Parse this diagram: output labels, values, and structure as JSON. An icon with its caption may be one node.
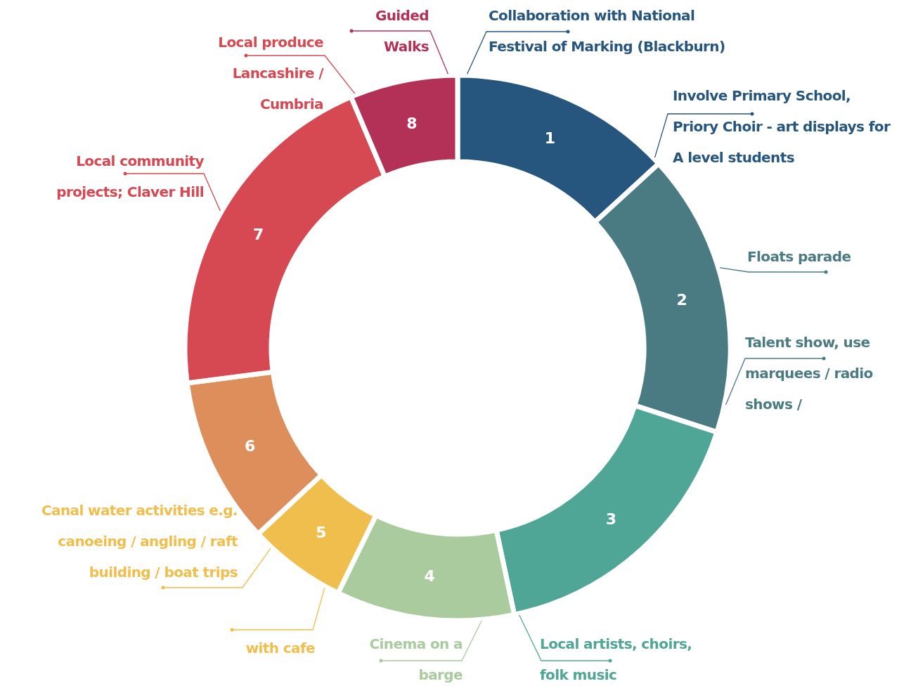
{
  "diagram": {
    "nodes": [
      {
        "text": [
          "1"
        ]
      },
      {
        "text": [
          "2"
        ]
      },
      {
        "text": [
          "3"
        ]
      },
      {
        "text": [
          "4"
        ]
      },
      {
        "text": [
          "5"
        ]
      },
      {
        "text": [
          "6"
        ]
      },
      {
        "text": [
          "7"
        ]
      },
      {
        "text": [
          "8"
        ]
      },
      {
        "text": [
          "Collaboration with National Festival of Marking (Blackburn)"
        ]
      },
      {
        "text": [
          "Involve Primary School, Priory Choir - art displays for A level students"
        ]
      },
      {
        "text": [
          "Floats parade"
        ]
      },
      {
        "text": [
          "Talent show, use marquees / radio shows /"
        ]
      },
      {
        "text": [
          "Local artists, choirs, folk music"
        ]
      },
      {
        "text": [
          "Cinema on a barge"
        ]
      },
      {
        "text": [
          "Canal water activities e.g. canoeing  / angling / raft building / boat trips"
        ]
      },
      {
        "text": [
          "with cafe"
        ]
      },
      {
        "text": [
          "Local community projects; Claver Hill"
        ]
      },
      {
        "text": [
          "Local produce Lancashire / Cumbria"
        ]
      },
      {
        "text": [
          "Guided Walks"
        ]
      }
    ],
    "edges": [
      {
        "from": 8,
        "to": 0,
        "arrow": "other",
        "color": "#26567d"
      },
      {
        "from": 9,
        "to": 0,
        "arrow": "other",
        "color": "#26567d"
      },
      {
        "from": 10,
        "to": 1,
        "arrow": "other",
        "color": "#4b7b82"
      },
      {
        "from": 11,
        "to": 1,
        "arrow": "other",
        "color": "#4b7b82"
      },
      {
        "from": 12,
        "to": 2,
        "arrow": "other",
        "color": "#4fa697"
      },
      {
        "from": 13,
        "to": 3,
        "arrow": "other",
        "color": "#a9cb9e"
      },
      {
        "from": 14,
        "to": 4,
        "arrow": "other",
        "color": "#efbe4c"
      },
      {
        "from": 15,
        "to": 4,
        "arrow": "other",
        "color": "#efbe4c"
      },
      {
        "from": 16,
        "to": 6,
        "arrow": "other",
        "color": "#d64852"
      },
      {
        "from": 17,
        "to": 7,
        "arrow": "other",
        "color": "#d64852"
      },
      {
        "from": 18,
        "to": 7,
        "arrow": "other",
        "color": "#b33057"
      }
    ]
  }
}
